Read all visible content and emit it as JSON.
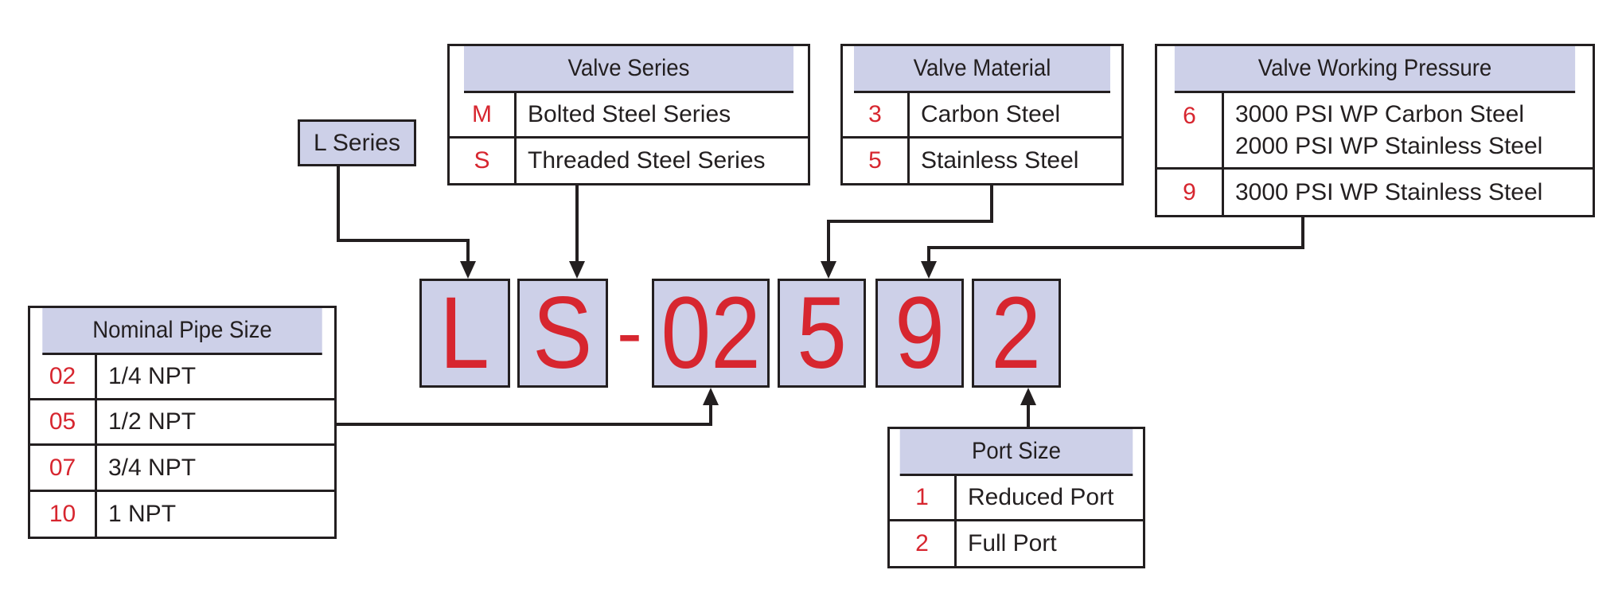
{
  "part_number": {
    "chars": [
      "L",
      "S",
      "02",
      "5",
      "9",
      "2"
    ],
    "separator": "-"
  },
  "l_series": {
    "label": "L Series"
  },
  "valve_series": {
    "title": "Valve Series",
    "rows": [
      {
        "code": "M",
        "desc": [
          "Bolted Steel Series"
        ]
      },
      {
        "code": "S",
        "desc": [
          "Threaded Steel Series"
        ]
      }
    ]
  },
  "valve_material": {
    "title": "Valve Material",
    "rows": [
      {
        "code": "3",
        "desc": [
          "Carbon Steel"
        ]
      },
      {
        "code": "5",
        "desc": [
          "Stainless Steel"
        ]
      }
    ]
  },
  "working_pressure": {
    "title": "Valve Working Pressure",
    "rows": [
      {
        "code": "6",
        "desc": [
          "3000 PSI WP Carbon Steel",
          "2000 PSI WP Stainless Steel"
        ]
      },
      {
        "code": "9",
        "desc": [
          "3000 PSI WP Stainless Steel"
        ]
      }
    ]
  },
  "pipe_size": {
    "title": "Nominal Pipe Size",
    "rows": [
      {
        "code": "02",
        "desc": [
          "1/4 NPT"
        ]
      },
      {
        "code": "05",
        "desc": [
          "1/2 NPT"
        ]
      },
      {
        "code": "07",
        "desc": [
          "3/4 NPT"
        ]
      },
      {
        "code": "10",
        "desc": [
          "1 NPT"
        ]
      }
    ]
  },
  "port_size": {
    "title": "Port Size",
    "rows": [
      {
        "code": "1",
        "desc": [
          "Reduced Port"
        ]
      },
      {
        "code": "2",
        "desc": [
          "Full Port"
        ]
      }
    ]
  },
  "colors": {
    "header_fill": "#cdd0e8",
    "code_red": "#d7262f",
    "line": "#231f20"
  }
}
